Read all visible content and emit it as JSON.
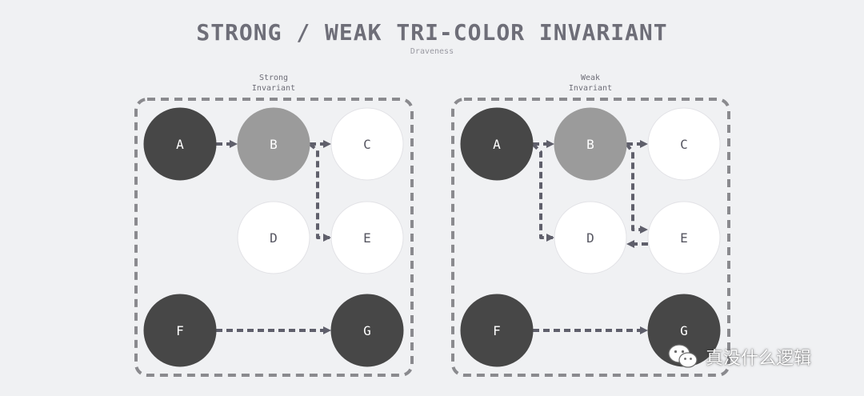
{
  "title": "STRONG / WEAK TRI-COLOR INVARIANT",
  "subtitle": "Draveness",
  "colors": {
    "black": "#474747",
    "grey": "#9b9b9b",
    "white": "#ffffff",
    "edge": "#5f5f6b",
    "frame": "#8a8a8e"
  },
  "panels": [
    {
      "label_line1": "Strong",
      "label_line2": "Invariant",
      "nodes": [
        {
          "id": "A",
          "color": "black"
        },
        {
          "id": "B",
          "color": "grey"
        },
        {
          "id": "C",
          "color": "white"
        },
        {
          "id": "D",
          "color": "white"
        },
        {
          "id": "E",
          "color": "white"
        },
        {
          "id": "F",
          "color": "black"
        },
        {
          "id": "G",
          "color": "black"
        }
      ],
      "edges": [
        {
          "from": "A",
          "to": "B"
        },
        {
          "from": "B",
          "to": "C"
        },
        {
          "from": "B",
          "to": "E"
        },
        {
          "from": "F",
          "to": "G"
        }
      ]
    },
    {
      "label_line1": "Weak",
      "label_line2": "Invariant",
      "nodes": [
        {
          "id": "A",
          "color": "black"
        },
        {
          "id": "B",
          "color": "grey"
        },
        {
          "id": "C",
          "color": "white"
        },
        {
          "id": "D",
          "color": "white"
        },
        {
          "id": "E",
          "color": "white"
        },
        {
          "id": "F",
          "color": "black"
        },
        {
          "id": "G",
          "color": "black"
        }
      ],
      "edges": [
        {
          "from": "A",
          "to": "B"
        },
        {
          "from": "B",
          "to": "C"
        },
        {
          "from": "A",
          "to": "D"
        },
        {
          "from": "B",
          "to": "E"
        },
        {
          "from": "E",
          "to": "D"
        },
        {
          "from": "F",
          "to": "G"
        }
      ]
    }
  ],
  "watermark": {
    "icon": "wechat-icon",
    "text": "真没什么逻辑"
  }
}
